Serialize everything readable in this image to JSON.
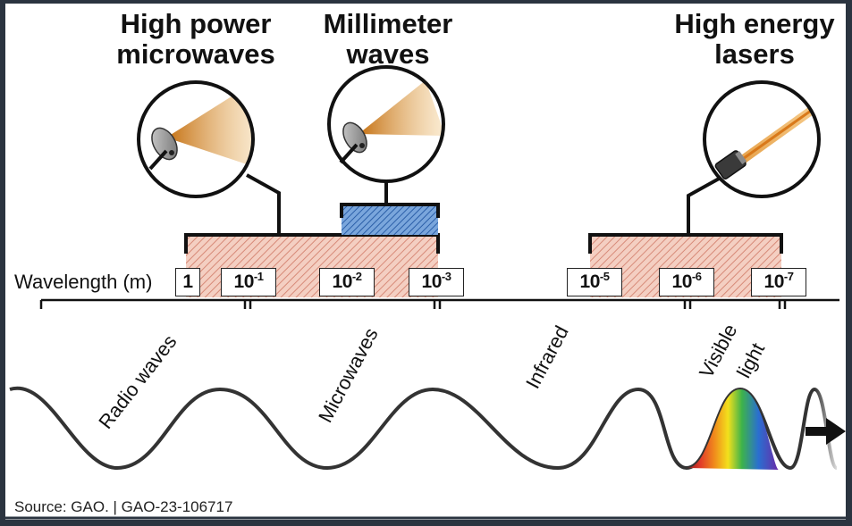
{
  "titles": {
    "high_power": [
      "High power",
      "microwaves"
    ],
    "millimeter": [
      "Millimeter",
      "waves"
    ],
    "lasers": [
      "High energy",
      "lasers"
    ]
  },
  "axis": {
    "label": "Wavelength (m)",
    "ticks": [
      {
        "base": "1",
        "exp": ""
      },
      {
        "base": "10",
        "exp": "-1"
      },
      {
        "base": "10",
        "exp": "-2"
      },
      {
        "base": "10",
        "exp": "-3"
      },
      {
        "base": "10",
        "exp": "-5"
      },
      {
        "base": "10",
        "exp": "-6"
      },
      {
        "base": "10",
        "exp": "-7"
      }
    ]
  },
  "bands": [
    "Radio waves",
    "Microwaves",
    "Infrared",
    "Visible",
    "light"
  ],
  "source": "Source: GAO.  |  GAO-23-106717",
  "colors": {
    "range_fill": "#f2c7b8",
    "range_hatch": "#d98b78",
    "mm_fill": "#6f9fd8",
    "mm_hatch": "#2a5ea8",
    "beam": "#e0962a",
    "laser_beam": "#e8a13a"
  },
  "icons": [
    "dish-antenna-icon",
    "dish-antenna-icon",
    "laser-emitter-icon",
    "arrow-right-icon"
  ]
}
